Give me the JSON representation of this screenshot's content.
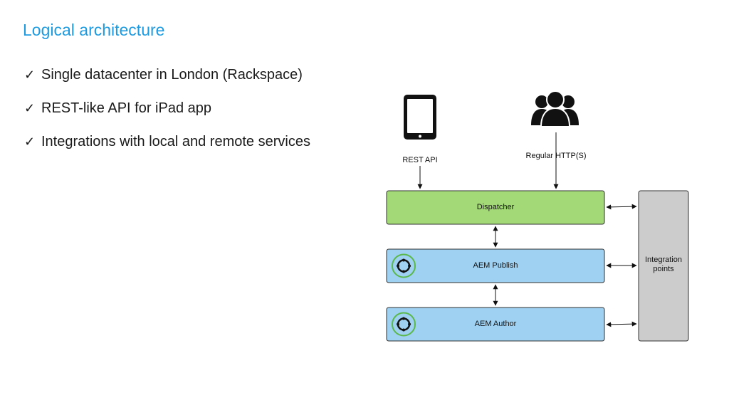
{
  "slide": {
    "title": "Logical architecture",
    "bullets": [
      "Single datacenter in London (Rackspace)",
      "REST-like API for iPad app",
      "Integrations with local and remote services"
    ],
    "bullet_icon": "check-mark-icon"
  },
  "diagram": {
    "tablet_icon": "tablet-icon",
    "users_icon": "users-group-icon",
    "rest_api_label": "REST API",
    "http_label": "Regular HTTP(S)",
    "dispatcher_label": "Dispatcher",
    "publish_label": "AEM Publish",
    "author_label": "AEM Author",
    "integration_label_line1": "Integration",
    "integration_label_line2": "points",
    "aem_icon": "aem-logo-icon",
    "colors": {
      "title": "#1e9be0",
      "dispatcher": "#a3d977",
      "aem_box": "#9fd1f2",
      "integration": "#cccccc",
      "aem_logo_ring": "#5bb84a"
    }
  }
}
